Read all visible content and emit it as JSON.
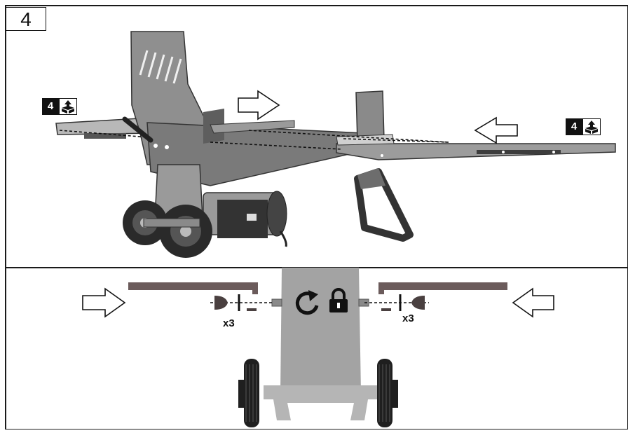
{
  "step": {
    "number": "4"
  },
  "badges": [
    {
      "number": "4",
      "icon": "box-parts-icon"
    },
    {
      "number": "4",
      "icon": "box-parts-icon"
    }
  ],
  "quantities": {
    "left": "x3",
    "right": "x3"
  },
  "icons": {
    "rotate": "rotate-clockwise-icon",
    "lock": "lock-icon",
    "arrow": "outline-arrow-icon"
  },
  "colors": {
    "frame": "#1a1a1a",
    "machine_dark": "#4a4a4a",
    "machine_mid": "#8f8f8f",
    "machine_light": "#c8c8c8",
    "plate": "#6b5b5b",
    "column": "#a3a3a3"
  }
}
